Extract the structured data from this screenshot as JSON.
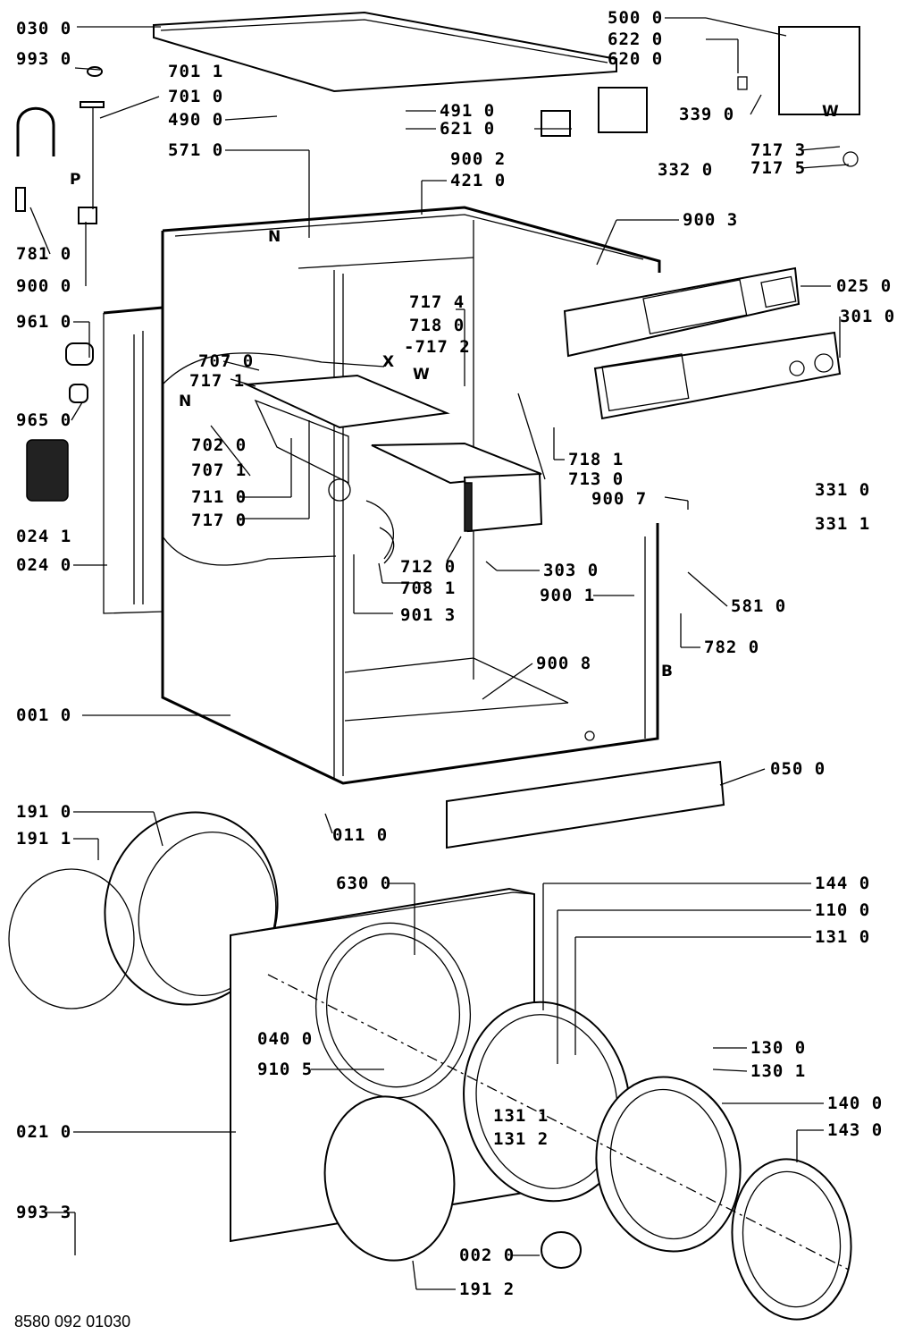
{
  "labels": [
    "030 0",
    "993 0",
    "701 1",
    "701 0",
    "490 0",
    "571 0",
    "491 0",
    "621 0",
    "900 2",
    "421 0",
    "500 0",
    "622 0",
    "620 0",
    "339 0",
    "332 0",
    "717 3",
    "717 5",
    "900 3",
    "025 0",
    "301 0",
    "781 0",
    "900 0",
    "961 0",
    "965 0",
    "024 1",
    "024 0",
    "717 4",
    "718 0",
    "-717 2",
    "707 0",
    "717 1",
    "702 0",
    "707 1",
    "711 0",
    "717 0",
    "718 1",
    "713 0",
    "900 7",
    "331 0",
    "331 1",
    "712 0",
    "303 0",
    "900 1",
    "708 1",
    "901 3",
    "581 0",
    "782 0",
    "900 8",
    "001 0",
    "050 0",
    "011 0",
    "191 0",
    "191 1",
    "630 0",
    "144 0",
    "110 0",
    "131 0",
    "040 0",
    "910 5",
    "130 0",
    "130 1",
    "140 0",
    "143 0",
    "131 1",
    "131 2",
    "021 0",
    "993 3",
    "002 0",
    "191 2"
  ],
  "markers": [
    "P",
    "N",
    "N",
    "X",
    "W",
    "W",
    "B"
  ],
  "footer": {
    "document_number": "8580 092 01030"
  },
  "colors": {
    "ink": "#000000",
    "paper": "#ffffff"
  }
}
